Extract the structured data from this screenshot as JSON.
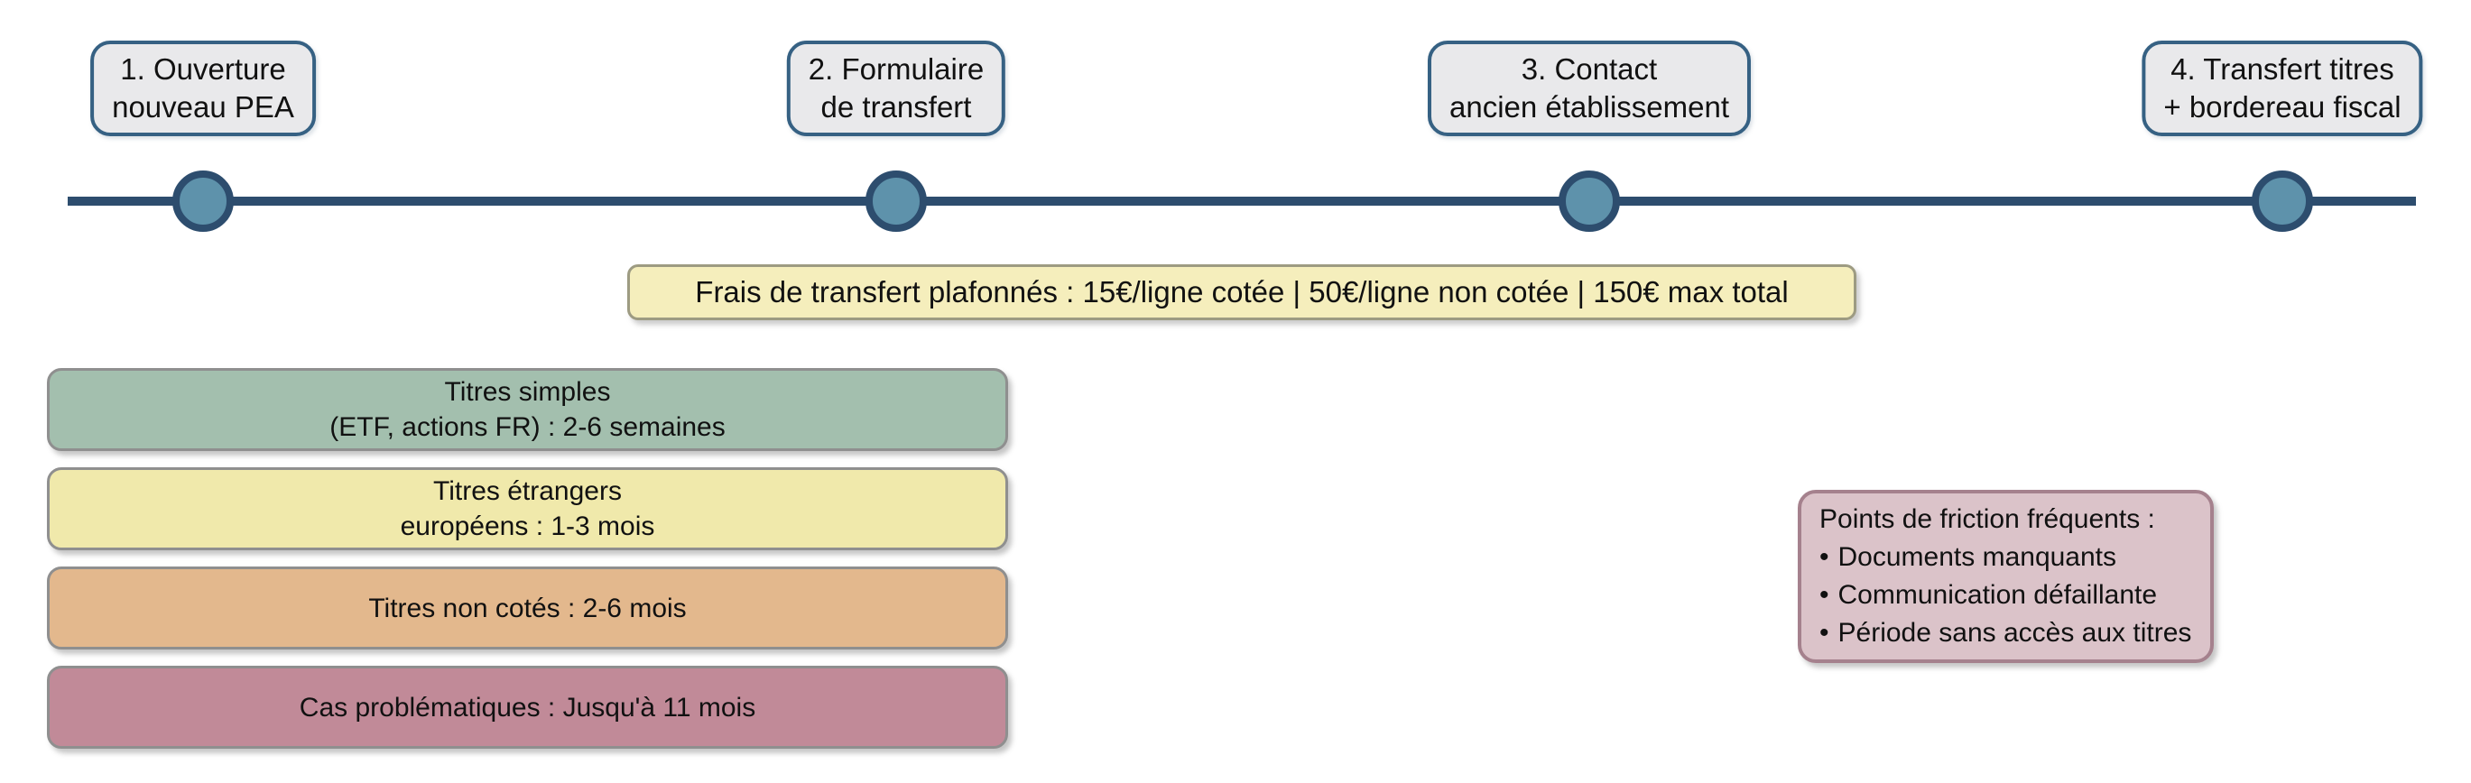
{
  "timeline": {
    "line_color": "#2d4d6e",
    "node_fill": "#5e92ab",
    "node_border": "#2d4d6e",
    "step_box_fill": "#e9e9eb",
    "step_box_border": "#366183",
    "steps": [
      {
        "lines": [
          "1. Ouverture",
          "nouveau PEA"
        ]
      },
      {
        "lines": [
          "2. Formulaire",
          "de transfert"
        ]
      },
      {
        "lines": [
          "3. Contact",
          "ancien établissement"
        ]
      },
      {
        "lines": [
          "4. Transfert titres",
          "+ bordereau fiscal"
        ]
      }
    ]
  },
  "fees_banner": {
    "text": "Frais de transfert plafonnés : 15€/ligne cotée | 50€/ligne non cotée | 150€ max total",
    "bg": "#f5eebc"
  },
  "duration_boxes": [
    {
      "lines": [
        "Titres simples",
        "(ETF, actions FR) : 2-6 semaines"
      ],
      "bg": "#a3bfae"
    },
    {
      "lines": [
        "Titres étrangers",
        "européens : 1-3 mois"
      ],
      "bg": "#f0e9ab"
    },
    {
      "lines": [
        "Titres non cotés : 2-6 mois"
      ],
      "bg": "#e3b88d"
    },
    {
      "lines": [
        "Cas problématiques : Jusqu'à 11 mois"
      ],
      "bg": "#c18a98"
    }
  ],
  "friction_panel": {
    "title": "Points de friction fréquents :",
    "bullet": "•",
    "items": [
      "Documents manquants",
      "Communication défaillante",
      "Période sans accès aux titres"
    ],
    "bg": "#dbc3c9",
    "border": "#a5818d"
  }
}
